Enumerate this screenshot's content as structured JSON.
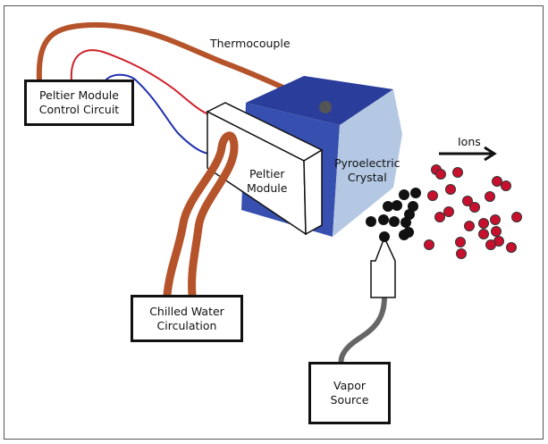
{
  "diagram": {
    "labels": {
      "thermocouple": "Thermocouple",
      "peltier_control": "Peltier Module\nControl Circuit",
      "peltier_module": "Peltier\nModule",
      "crystal": "Pyroelectric\nCrystal",
      "ions": "Ions",
      "chilled_water": "Chilled Water\nCirculation",
      "vapor_source": "Vapor\nSource"
    },
    "colors": {
      "thermocouple_wire": "#b5532a",
      "red_wire": "#d0202a",
      "blue_wire": "#2030b0",
      "crystal_top": "#2a3d9a",
      "crystal_side": "#b4c8e4",
      "crystal_front": "#3750b0",
      "ion": "#c8102e",
      "molecule": "#111111",
      "vapor_tube": "#666666"
    }
  }
}
